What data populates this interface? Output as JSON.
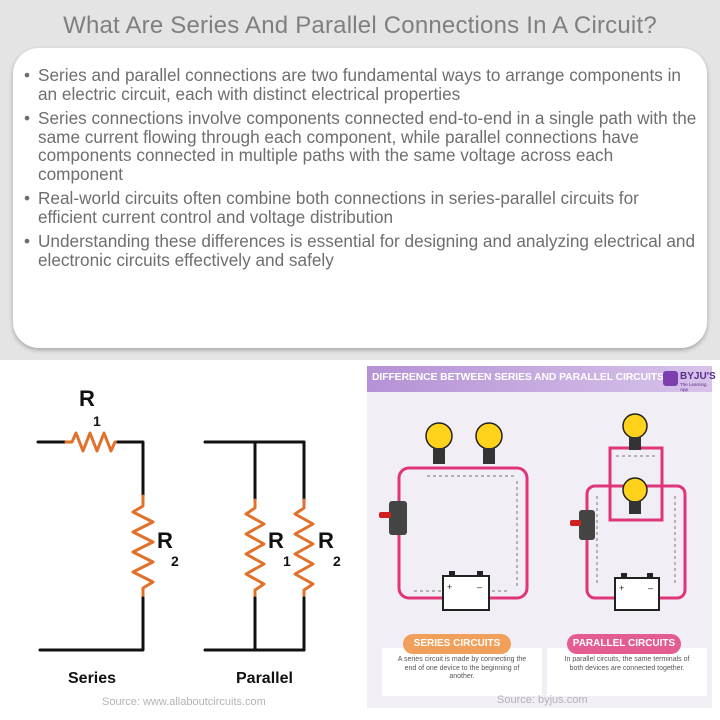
{
  "title": "What Are Series And Parallel Connections In A Circuit?",
  "bullets": [
    "Series and parallel connections are two fundamental ways to arrange components in an electric circuit, each with distinct electrical properties",
    "Series connections involve components connected end-to-end in a single path with the same current flowing through each component, while parallel connections have components connected in multiple paths with the same voltage across each component",
    "Real-world circuits often combine both connections in series-parallel circuits for efficient current control and voltage distribution",
    "Understanding these differences is essential for designing and analyzing electrical and electronic circuits effectively and safely"
  ],
  "left_figure": {
    "r1_label": "R",
    "r1_sub": "1",
    "r2_label": "R",
    "r2_sub": "2",
    "p_r1_label": "R",
    "p_r1_sub": "1",
    "p_r2_label": "R",
    "p_r2_sub": "2",
    "series_caption": "Series",
    "parallel_caption": "Parallel",
    "source": "Source: www.allaboutcircuits.com",
    "resistor_color": "#e0702a"
  },
  "right_figure": {
    "header": "DIFFERENCE BETWEEN SERIES AND PARALLEL CIRCUITS",
    "logo": "BYJU'S",
    "logo_sub": "The Learning App",
    "series_pill": "SERIES CIRCUITS",
    "parallel_pill": "PARALLEL CIRCUITS",
    "series_desc": "A series circuit is made by connecting the end of one device to the beginning of another.",
    "parallel_desc": "In parallel circuits, the same terminals of both devices are connected together.",
    "source": "Source: byjus.com",
    "battery_plus": "+",
    "battery_minus": "–",
    "wire_color": "#e0357a",
    "bulb_color": "#ffd21c",
    "header_color": "#b592d6"
  }
}
